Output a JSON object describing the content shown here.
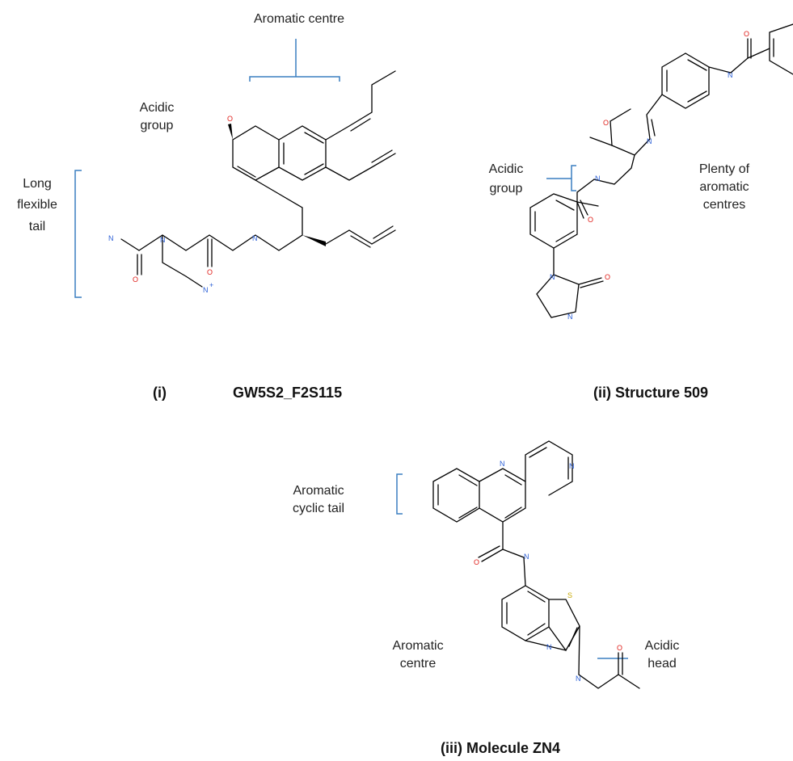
{
  "colors": {
    "bond": "#000000",
    "annotation": "#3a7fc0",
    "oxygen": "#e0201b",
    "nitrogen": "#2b5fd6",
    "sulfur": "#c8a800"
  },
  "panel_i": {
    "caption_index": "(i)",
    "caption_name": "GW5S2_F2S115",
    "labels": {
      "aromatic_centre": "Aromatic centre",
      "acidic_group": [
        "Acidic",
        "group"
      ],
      "long_flexible_tail": [
        "Long",
        "flexible",
        "tail"
      ]
    },
    "atoms": {
      "o": "O",
      "n1": "N",
      "n2": "N",
      "o2": "O",
      "o3": "O",
      "n3": "N",
      "n4": "N",
      "nplus": "+"
    }
  },
  "panel_ii": {
    "caption": "(ii) Structure 509",
    "labels": {
      "acidic_group": [
        "Acidic",
        "group"
      ],
      "plenty": [
        "Plenty of",
        "aromatic",
        "centres"
      ]
    },
    "atoms": {
      "o_top": "O",
      "n_amide_top": "N",
      "o_ring": "O",
      "n_ring": "N",
      "n_amide": "N",
      "o_amide": "O",
      "n_imid1": "N",
      "o_imid": "O",
      "n_imid2": "N"
    }
  },
  "panel_iii": {
    "caption": "(iii) Molecule ZN4",
    "labels": {
      "aromatic_cyclic_tail": [
        "Aromatic",
        "cyclic tail"
      ],
      "aromatic_centre": [
        "Aromatic",
        "centre"
      ],
      "acidic_head": [
        "Acidic",
        "head"
      ]
    },
    "atoms": {
      "n_quin": "N",
      "n_pyr": "N",
      "o_amide": "O",
      "n_amide": "N",
      "s": "S",
      "n_thz": "N",
      "n_acet": "N",
      "o_acet": "O"
    }
  }
}
